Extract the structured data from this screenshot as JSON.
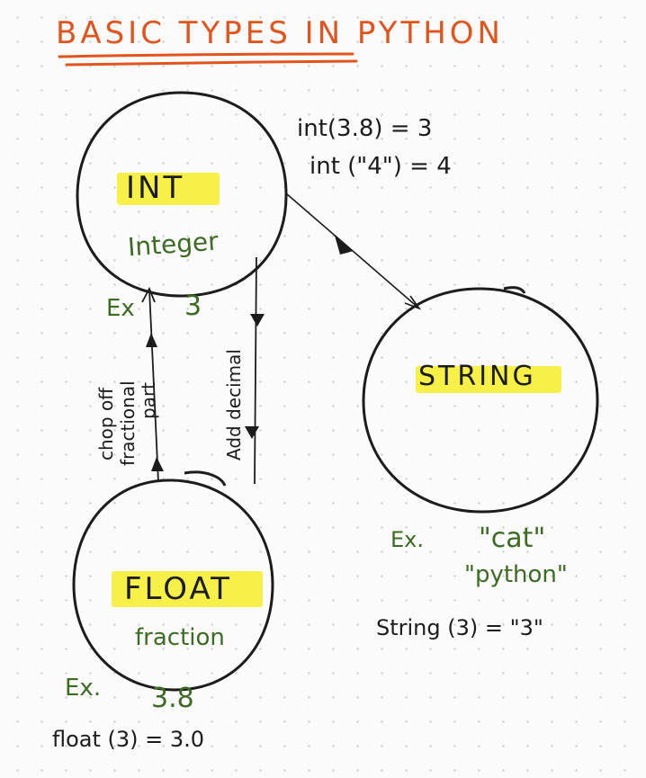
{
  "title": "BASIC TYPES IN PYTHON",
  "colors": {
    "title": "#e2541d",
    "highlight": "#f7ef3c",
    "green_text": "#3d6b24",
    "ink": "#1c1c1c"
  },
  "nodes": {
    "int": {
      "name": "INT",
      "desc": "Integer",
      "example_prefix": "Ex",
      "example_value": "3"
    },
    "float": {
      "name": "FLOAT",
      "desc": "fraction",
      "example_prefix": "Ex.",
      "example_value": "3.8"
    },
    "string": {
      "name": "STRING",
      "example_prefix": "Ex.",
      "example_1": "\"cat\"",
      "example_2": "\"python\""
    }
  },
  "conversions": {
    "int_to_string_1": "int(3.8) = 3",
    "int_to_string_2": "int (\"4\") = 4",
    "string_conv": "String (3) = \"3\"",
    "float_conv": "float (3) = 3.0"
  },
  "edges": {
    "float_to_int_line1": "chop off",
    "float_to_int_line2": "fractional",
    "float_to_int_line3": "part",
    "int_to_float": "Add decimal"
  }
}
